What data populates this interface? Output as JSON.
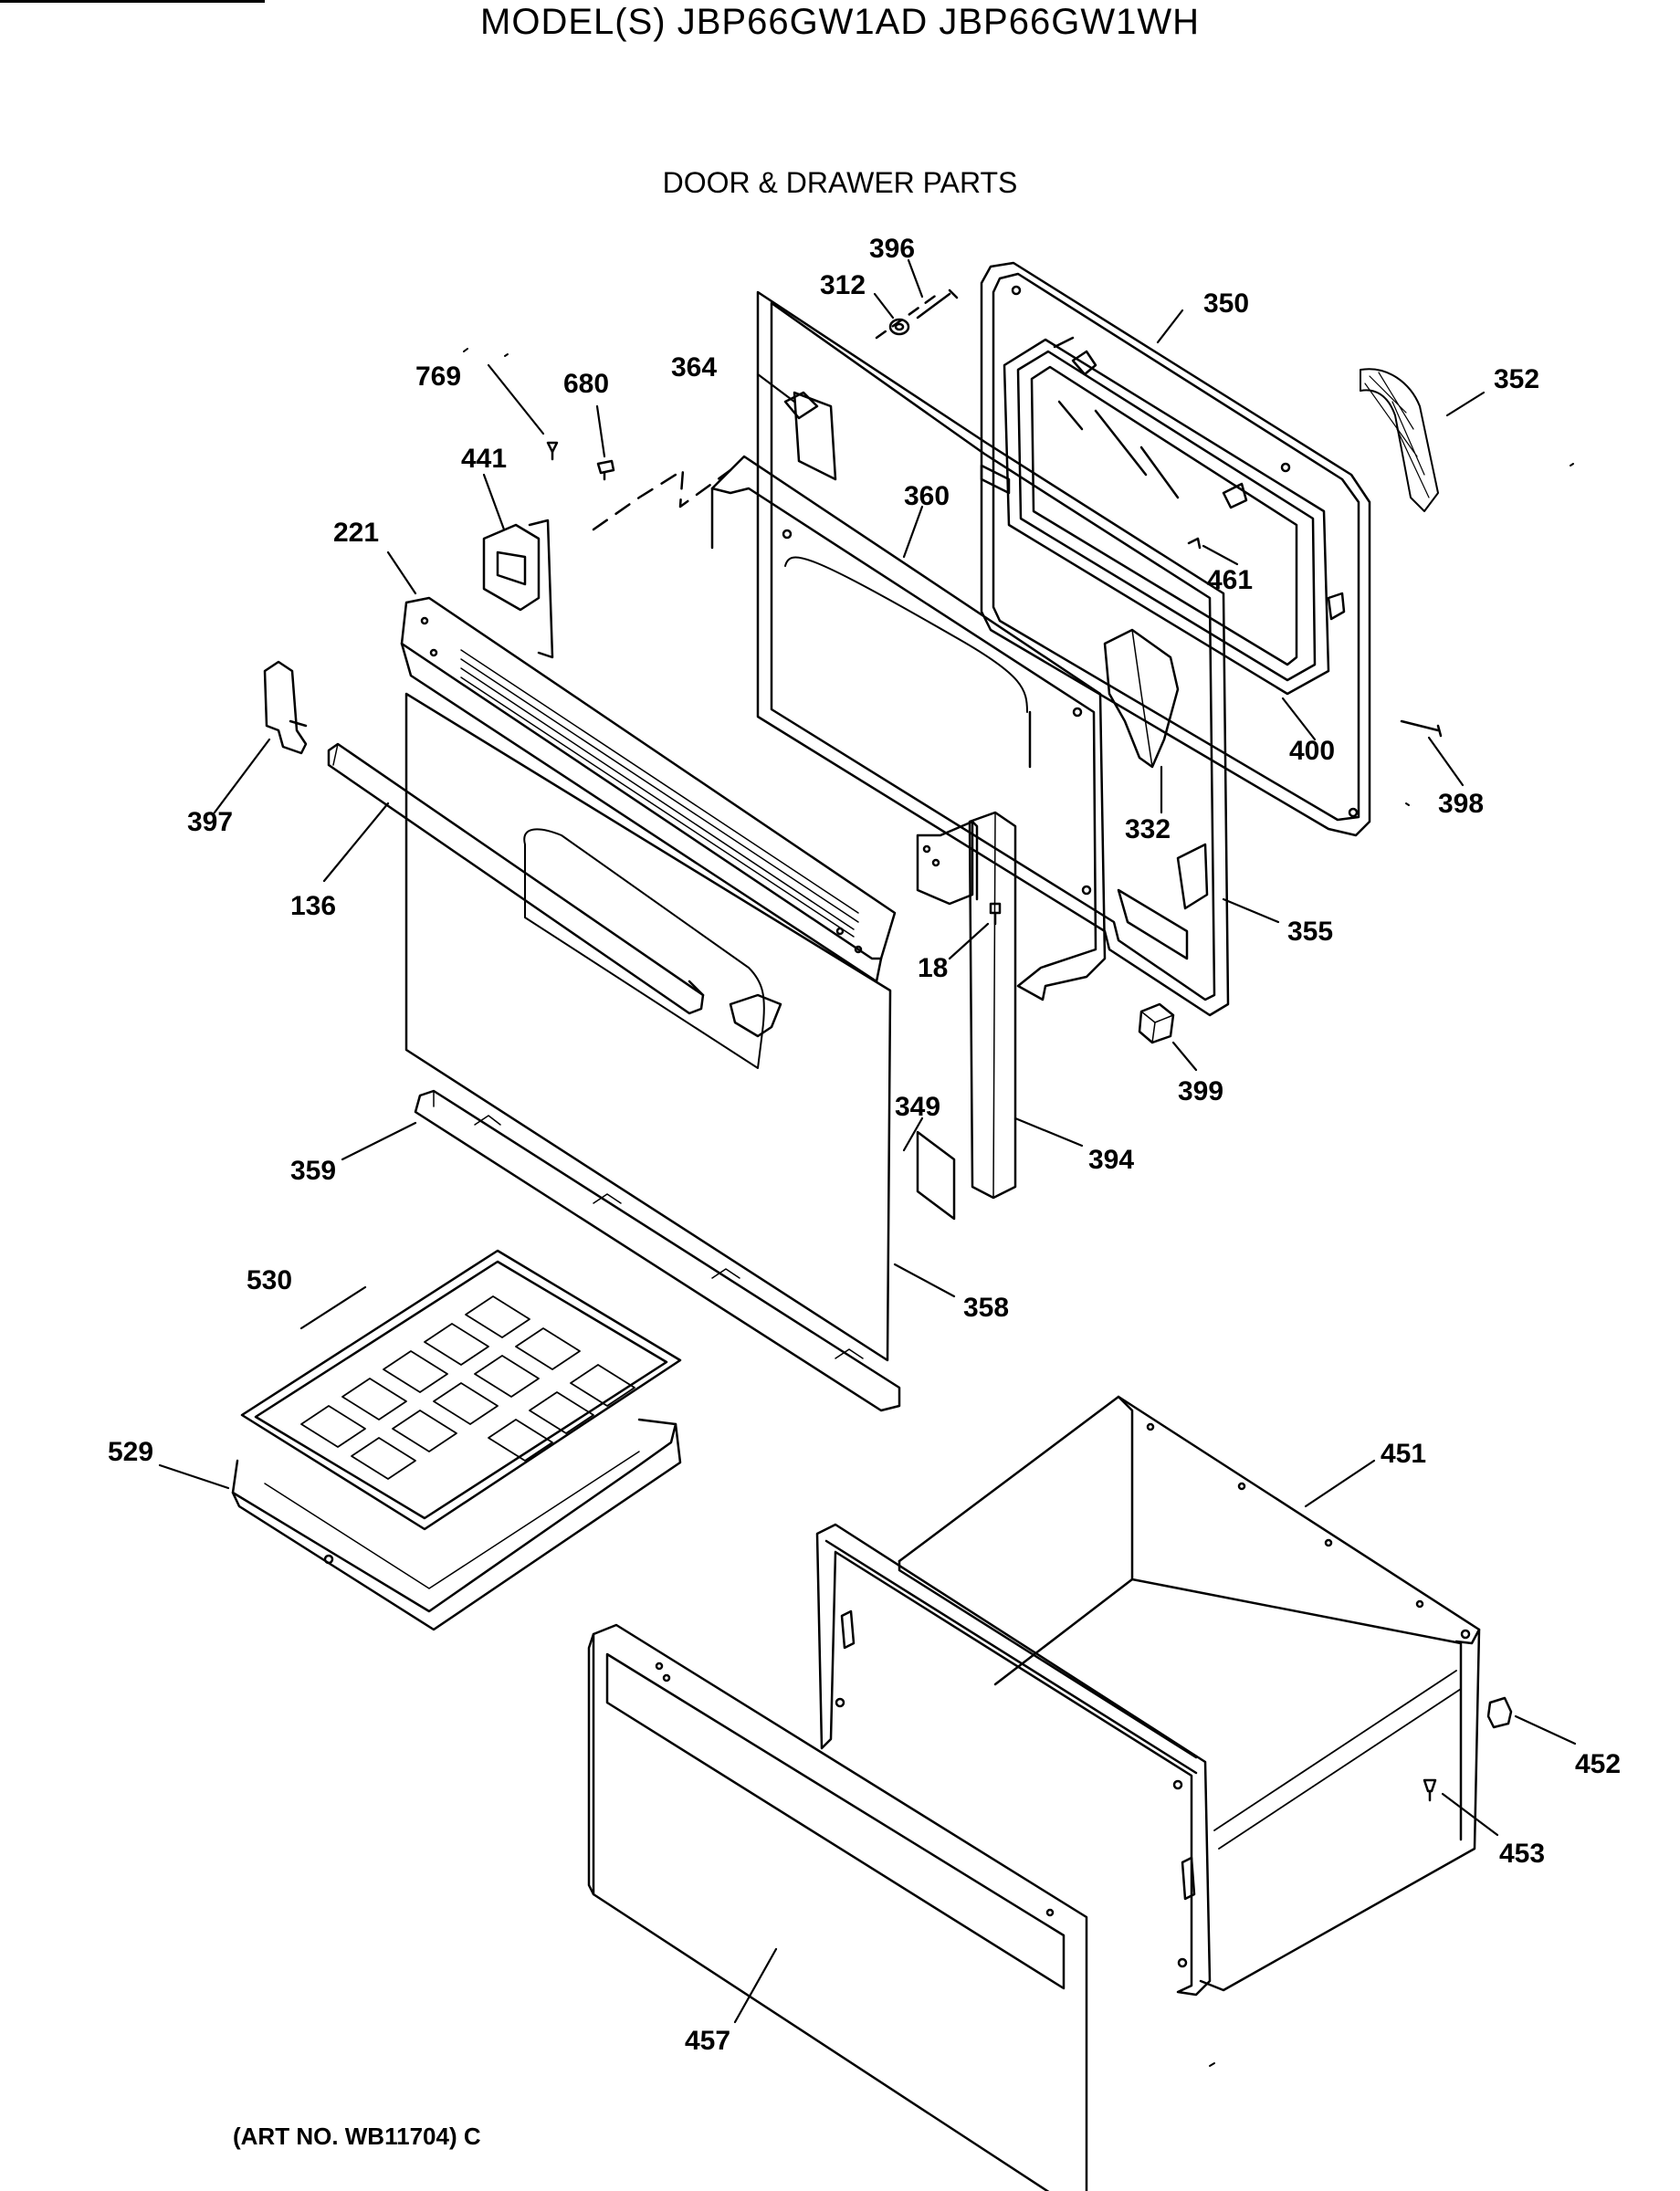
{
  "header": {
    "model_title": "MODEL(S) JBP66GW1AD  JBP66GW1WH",
    "section_title": "DOOR & DRAWER PARTS"
  },
  "footer": {
    "art_number": "(ART NO. WB11704) C"
  },
  "callouts": {
    "c396": "396",
    "c312": "312",
    "c350": "350",
    "c352": "352",
    "c769": "769",
    "c680": "680",
    "c364": "364",
    "c441": "441",
    "c360": "360",
    "c221": "221",
    "c461": "461",
    "c397": "397",
    "c400": "400",
    "c398": "398",
    "c332": "332",
    "c136": "136",
    "c18": "18",
    "c355": "355",
    "c399": "399",
    "c349": "349",
    "c394": "394",
    "c359": "359",
    "c530": "530",
    "c358": "358",
    "c529": "529",
    "c451": "451",
    "c452": "452",
    "c453": "453",
    "c457": "457"
  }
}
